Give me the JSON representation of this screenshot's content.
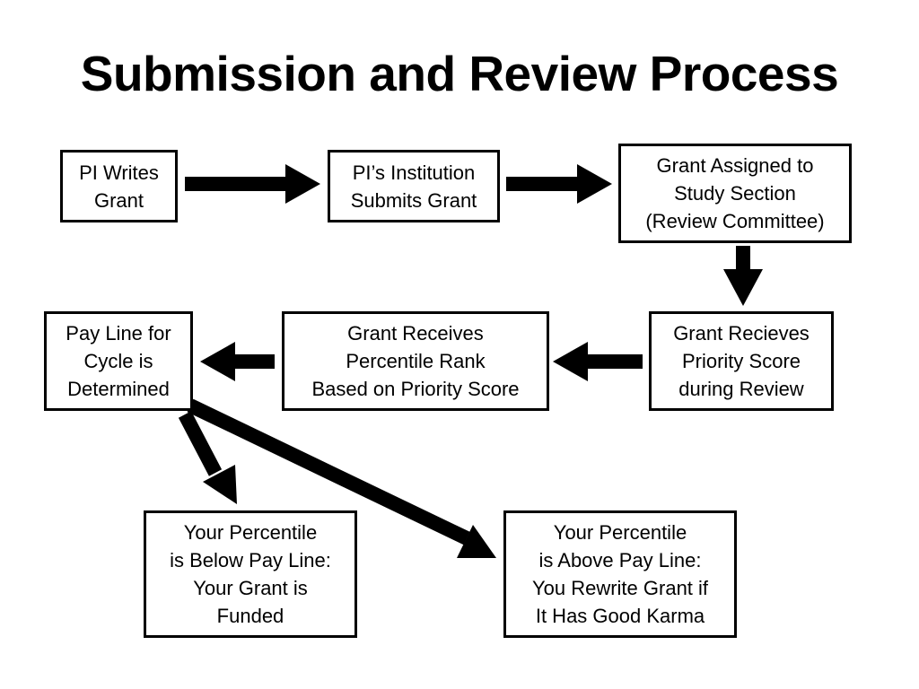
{
  "title": "Submission and Review Process",
  "boxes": {
    "pi_writes": "PI Writes\nGrant",
    "institution": "PI’s Institution\nSubmits Grant",
    "study_section": "Grant Assigned to\nStudy Section\n(Review Committee)",
    "priority_score": "Grant Recieves\nPriority Score\nduring Review",
    "percentile_rank": "Grant Receives\nPercentile Rank\nBased on Priority Score",
    "pay_line": "Pay Line for\nCycle is\nDetermined",
    "funded": "Your Percentile\nis Below Pay Line:\nYour Grant is\nFunded",
    "rewrite": "Your Percentile\nis Above Pay Line:\nYou Rewrite Grant if\nIt Has Good Karma"
  },
  "colors": {
    "stroke": "#000000",
    "background": "#ffffff"
  }
}
